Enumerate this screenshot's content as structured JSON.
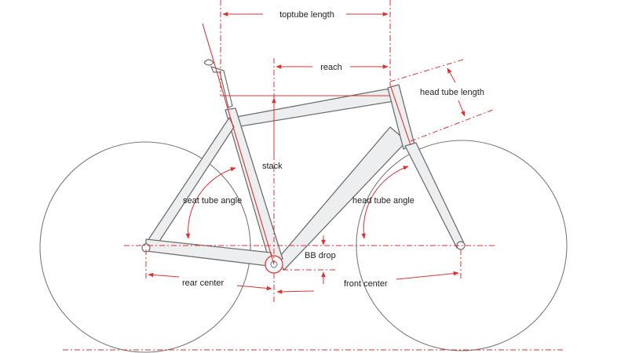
{
  "labels": {
    "toptube_length": "toptube length",
    "reach": "reach",
    "head_tube_length": "head tube length",
    "stack": "stack",
    "seat_tube_angle": "seat tube angle",
    "head_tube_angle": "head tube angle",
    "bb_drop": "BB drop",
    "rear_center": "rear center",
    "front_center": "front center"
  },
  "colors": {
    "dimension_lines": "#e03131",
    "frame_fill": "#eceef0",
    "frame_outline": "#6f6f6f",
    "wheel_outline": "#7a7a7a",
    "label_text": "#222222"
  }
}
